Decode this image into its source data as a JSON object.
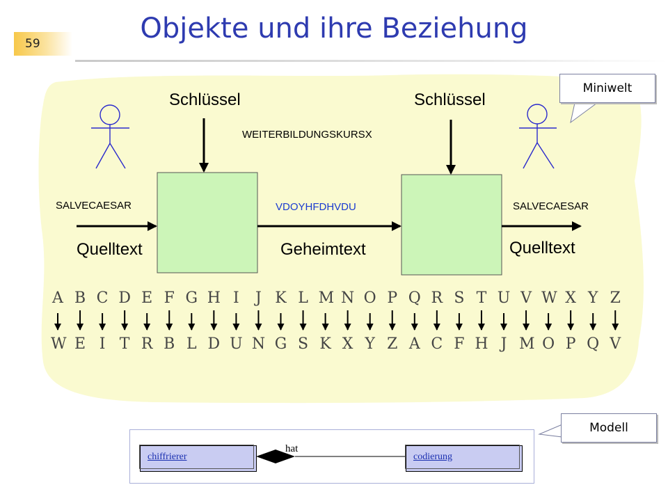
{
  "slide_number": "59",
  "title": "Objekte und ihre Beziehung",
  "miniwelt": {
    "callout": "Miniwelt",
    "key_left": "Schlüssel",
    "key_right": "Schlüssel",
    "key_word": "WEITERBILDUNGSKURSX",
    "plain_in": "SALVECAESAR",
    "plain_in_label": "Quelltext",
    "cipher": "VDOYHFDHVDU",
    "cipher_label": "Geheimtext",
    "plain_out": "SALVECAESAR",
    "plain_out_label": "Quelltext",
    "alphabet_top": [
      "A",
      "B",
      "C",
      "D",
      "E",
      "F",
      "G",
      "H",
      "I",
      "J",
      "K",
      "L",
      "M",
      "N",
      "O",
      "P",
      "Q",
      "R",
      "S",
      "T",
      "U",
      "V",
      "W",
      "X",
      "Y",
      "Z"
    ],
    "alphabet_bottom": [
      "W",
      "E",
      "I",
      "T",
      "R",
      "B",
      "L",
      "D",
      "U",
      "N",
      "G",
      "S",
      "K",
      "X",
      "Y",
      "Z",
      "A",
      "C",
      "F",
      "H",
      "J",
      "M",
      "O",
      "P",
      "Q",
      "V"
    ]
  },
  "modell": {
    "callout": "Modell",
    "class_left": "chiffrierer",
    "class_right": "codierung",
    "association": "hat"
  },
  "colors": {
    "title": "#2e3bb0",
    "blob": "#fafad0",
    "encryptor_box": "#ccf5b8",
    "cipher_text": "#1a3bd0",
    "uml_class": "#c9ccf2"
  }
}
